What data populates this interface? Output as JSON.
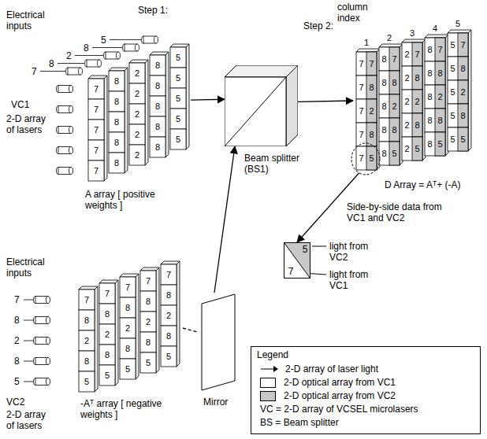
{
  "diagram": {
    "nodes": [
      {
        "text": [
          "A array [ positive weights ]"
        ]
      },
      {
        "text": [
          "Beam splitter (BS1)"
        ]
      },
      {
        "text": [
          "D Array = Aᵀ+ (-A)"
        ]
      },
      {
        "text": [
          "-Aᵀ array [ negative weights ]"
        ]
      },
      {
        "text": [
          "Mirror"
        ]
      },
      {
        "text": [
          "5",
          "7"
        ]
      }
    ],
    "edges": [
      {
        "from": 0,
        "to": 1,
        "arrow": "to"
      },
      {
        "from": 1,
        "to": 2,
        "arrow": "to"
      },
      {
        "from": 3,
        "to": 4,
        "arrow": "none"
      },
      {
        "from": 4,
        "to": 1,
        "arrow": "to"
      },
      {
        "from": 2,
        "to": 5,
        "arrow": "to"
      }
    ],
    "labels": [
      "Step 1:",
      "Electrical inputs",
      "5",
      "8",
      "2",
      "8",
      "7",
      "VC1",
      "2-D array of lasers",
      "7",
      "8",
      "2",
      "8",
      "5",
      "7",
      "8",
      "2",
      "8",
      "5",
      "7",
      "8",
      "2",
      "8",
      "5",
      "7",
      "8",
      "2",
      "8",
      "5",
      "7",
      "8",
      "2",
      "8",
      "5",
      "Step 2:",
      "column index",
      "1",
      "2",
      "3",
      "4",
      "5",
      "7",
      "7",
      "8",
      "7",
      "2",
      "7",
      "8",
      "7",
      "5",
      "7",
      "7",
      "8",
      "8",
      "8",
      "2",
      "8",
      "8",
      "8",
      "5",
      "8",
      "7",
      "2",
      "8",
      "2",
      "2",
      "2",
      "8",
      "2",
      "5",
      "2",
      "7",
      "8",
      "8",
      "8",
      "2",
      "8",
      "8",
      "8",
      "5",
      "8",
      "7",
      "5",
      "8",
      "5",
      "2",
      "5",
      "8",
      "5",
      "5",
      "5",
      "Side-by-side data from VC1 and VC2",
      "light from VC2",
      "light from VC1",
      "Electrical inputs",
      "7",
      "8",
      "2",
      "8",
      "5",
      "VC2",
      "2-D array of lasers",
      "7",
      "7",
      "7",
      "7",
      "7",
      "8",
      "8",
      "8",
      "8",
      "8",
      "2",
      "2",
      "2",
      "2",
      "2",
      "8",
      "8",
      "8",
      "8",
      "8",
      "5",
      "5",
      "5",
      "5",
      "5",
      "Legend"
    ],
    "legend": [
      {
        "text": "2-D array of laser light"
      },
      {
        "text": "2-D optical array from VC1",
        "color": "#ffffff"
      },
      {
        "text": "2-D optical array from VC2",
        "color": "#c8c8c8"
      },
      {
        "text": "VC = 2-D array of VCSEL microlasers"
      },
      {
        "text": "BS = Beam splitter"
      }
    ]
  }
}
